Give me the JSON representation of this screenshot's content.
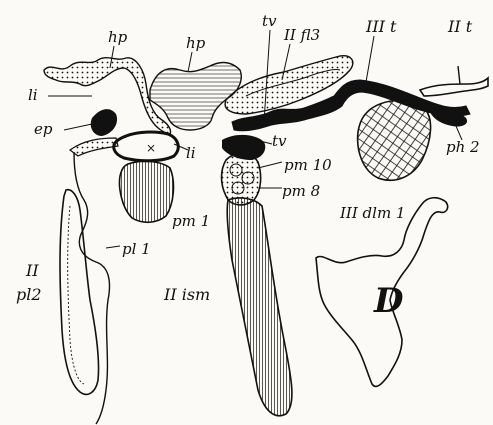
{
  "figure": {
    "panel_letter": "D",
    "labels": {
      "hp_left": "hp",
      "hp_right": "hp",
      "tv_top": "tv",
      "IIfl3": "II fl3",
      "IIIt": "III t",
      "IIt": "II t",
      "li_left": "li",
      "li_mid": "li",
      "ep": "ep",
      "tv_mid": "tv",
      "pm10": "pm 10",
      "pm8": "pm 8",
      "ph2": "ph 2",
      "IIIdlm1": "III dlm 1",
      "pm1": "pm 1",
      "pl1": "pl 1",
      "II": "II",
      "pl2": "pl2",
      "IIism": "II ism",
      "x": "×"
    }
  },
  "colors": {
    "ink": "#111111",
    "paper": "#fbfaf6"
  }
}
